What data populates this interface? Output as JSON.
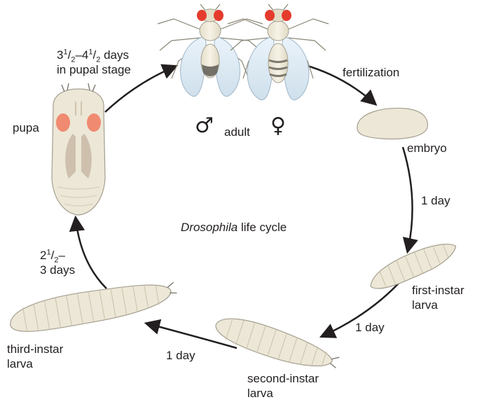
{
  "title": {
    "italic": "Drosophila",
    "rest": " life cycle"
  },
  "stages": {
    "adult": "adult",
    "male_symbol": "♂",
    "female_symbol": "♀",
    "embryo": "embryo",
    "first_instar": [
      "first-instar",
      "larva"
    ],
    "second_instar": [
      "second-instar",
      "larva"
    ],
    "third_instar": [
      "third-instar",
      "larva"
    ],
    "pupa": "pupa"
  },
  "transitions": {
    "fertilization": "fertilization",
    "embryo_to_first": "1 day",
    "first_to_second": "1 day",
    "second_to_third": "1 day",
    "third_to_pupa": {
      "lead": "2",
      "num": "1",
      "den": "2",
      "tail": "–",
      "line2": "3 days"
    },
    "pupa_to_adult": {
      "a": "3",
      "n1": "1",
      "d1": "2",
      "mid": "–4",
      "n2": "1",
      "d2": "2",
      "tail": " days",
      "line2": "in pupal stage"
    }
  },
  "colors": {
    "body": "#ece7d6",
    "outline": "#a39f8f",
    "eye": "#e53b2d",
    "wing": "#dceaf4",
    "wing_edge": "#9fb7c9",
    "arrow": "#231f20",
    "pupa_eye": "#f08a70",
    "pupa_shade": "#c7b7a3"
  }
}
